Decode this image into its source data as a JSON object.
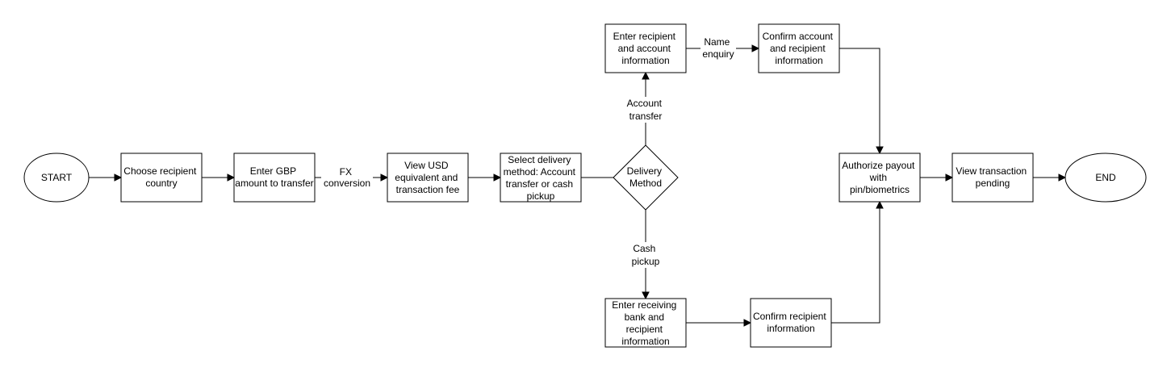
{
  "nodes": {
    "start": [
      "START"
    ],
    "choose_country": [
      "Choose recipient",
      "country"
    ],
    "enter_gbp": [
      "Enter GBP",
      "amount to transfer"
    ],
    "view_usd": [
      "View USD",
      "equivalent and",
      "transaction fee"
    ],
    "select_delivery": [
      "Select delivery",
      "method: Account",
      "transfer or cash",
      "pickup"
    ],
    "delivery_method": [
      "Delivery",
      "Method"
    ],
    "enter_account_info": [
      "Enter recipient",
      "and account",
      "information"
    ],
    "confirm_account": [
      "Confirm account",
      "and recipient",
      "information"
    ],
    "enter_bank_info": [
      "Enter receiving",
      "bank and",
      "recipient",
      "information"
    ],
    "confirm_recipient": [
      "Confirm recipient",
      "information"
    ],
    "authorize": [
      "Authorize payout",
      "with",
      "pin/biometrics"
    ],
    "view_pending": [
      "View transaction",
      "pending"
    ],
    "end": [
      "END"
    ]
  },
  "edge_labels": {
    "fx": [
      "FX",
      "conversion"
    ],
    "account_transfer": [
      "Account",
      "transfer"
    ],
    "cash_pickup": [
      "Cash",
      "pickup"
    ],
    "name_enquiry": [
      "Name",
      "enquiry"
    ]
  }
}
